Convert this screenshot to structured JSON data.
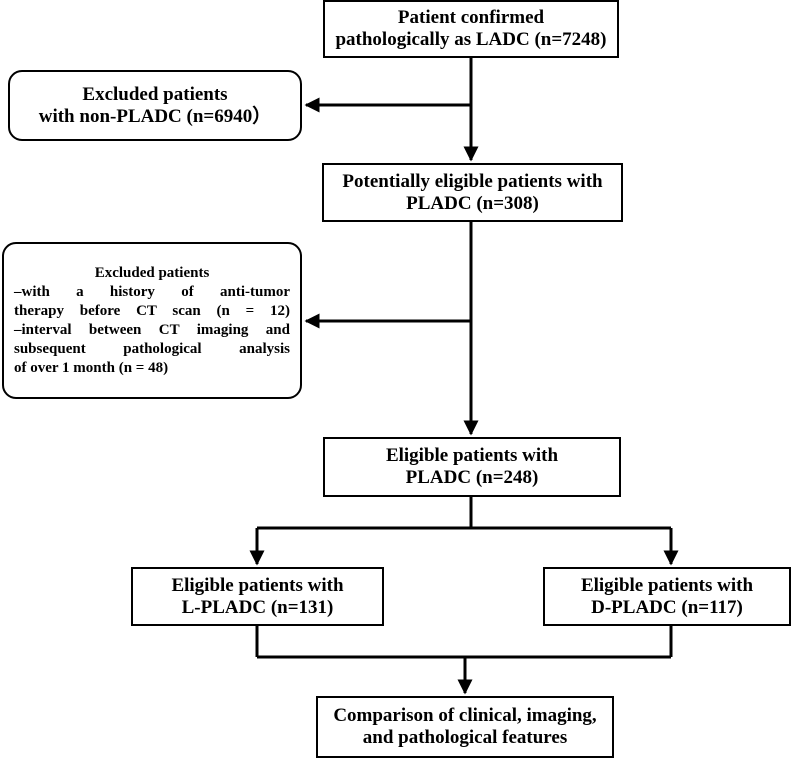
{
  "boxes": {
    "confirmed": {
      "lines": [
        "Patient confirmed",
        "pathologically as LADC (n=7248)"
      ]
    },
    "excluded_first": {
      "lines": [
        "Excluded patients",
        "with non-PLADC (n=6940）"
      ]
    },
    "potentially_eligible": {
      "lines": [
        "Potentially eligible patients with",
        "PLADC  (n=308)"
      ]
    },
    "excluded_second": {
      "heading": "Excluded patients",
      "lines": [
        "–with a history of anti-tumor",
        "therapy  before CT scan (n = 12)",
        "–interval between CT imaging and",
        "subsequent pathological analysis",
        "of over 1 month  (n = 48)"
      ]
    },
    "eligible": {
      "lines": [
        "Eligible patients with",
        "PLADC (n=248)"
      ]
    },
    "l_pladc": {
      "lines": [
        "Eligible patients with",
        "L-PLADC (n=131)"
      ]
    },
    "d_pladc": {
      "lines": [
        "Eligible  patients with",
        "D-PLADC (n=117)"
      ]
    },
    "comparison": {
      "lines": [
        "Comparison of clinical, imaging,",
        "and pathological features"
      ]
    }
  }
}
